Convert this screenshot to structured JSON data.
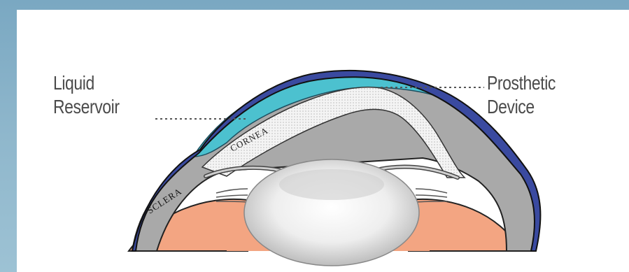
{
  "labels": {
    "liquid_line1": "Liquid",
    "liquid_line2": "Reservoir",
    "prosthetic_line1": "Prosthetic",
    "prosthetic_line2": "Device",
    "cornea": "CORNEA",
    "sclera": "SCLERA"
  },
  "colors": {
    "background_blue": "#86b0c8",
    "reservoir": "#4cc1cf",
    "device": "#3a4aa0",
    "sclera": "#a9a9a9",
    "flesh": "#f3a582",
    "lens": "#e6e6e6"
  }
}
